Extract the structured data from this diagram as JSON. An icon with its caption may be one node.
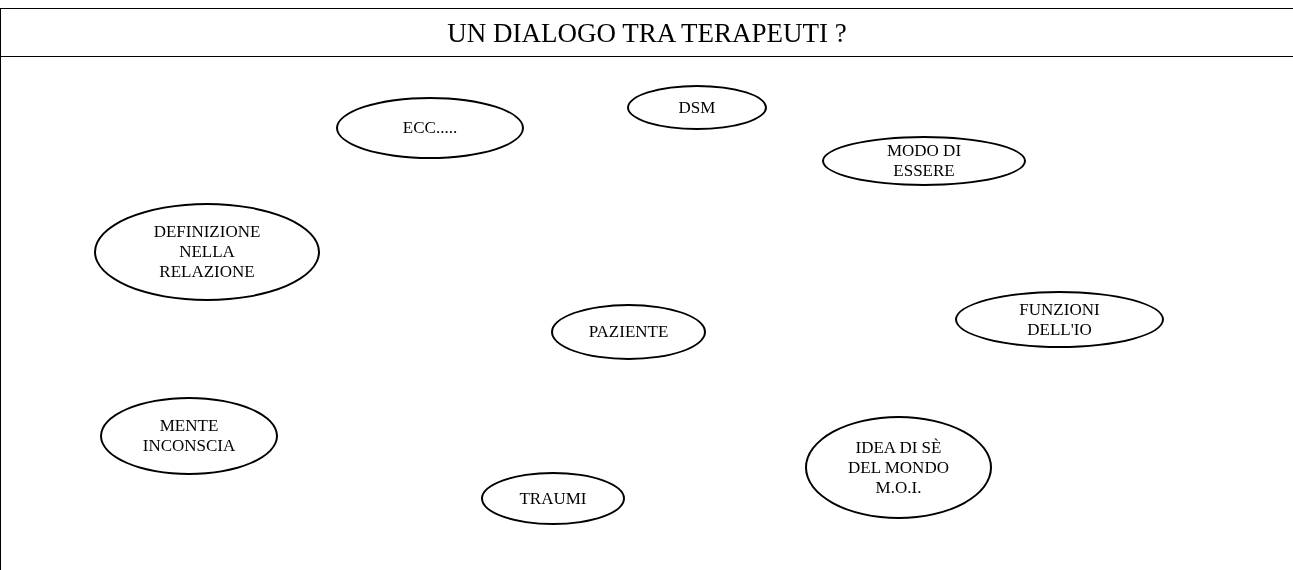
{
  "diagram": {
    "title": "UN DIALOGO TRA TERAPEUTI ?",
    "nodes": [
      {
        "text": [
          "ECC....."
        ]
      },
      {
        "text": [
          "DSM"
        ]
      },
      {
        "text": [
          "MODO DI ESSERE"
        ]
      },
      {
        "text": [
          "DEFINIZIONE NELLA RELAZIONE"
        ]
      },
      {
        "text": [
          "PAZIENTE"
        ]
      },
      {
        "text": [
          "FUNZIONI DELL'IO"
        ]
      },
      {
        "text": [
          "MENTE INCONSCIA"
        ]
      },
      {
        "text": [
          "TRAUMI"
        ]
      },
      {
        "text": [
          "IDEA DI SÈ DEL MONDO M.O.I."
        ]
      }
    ],
    "edges": []
  }
}
